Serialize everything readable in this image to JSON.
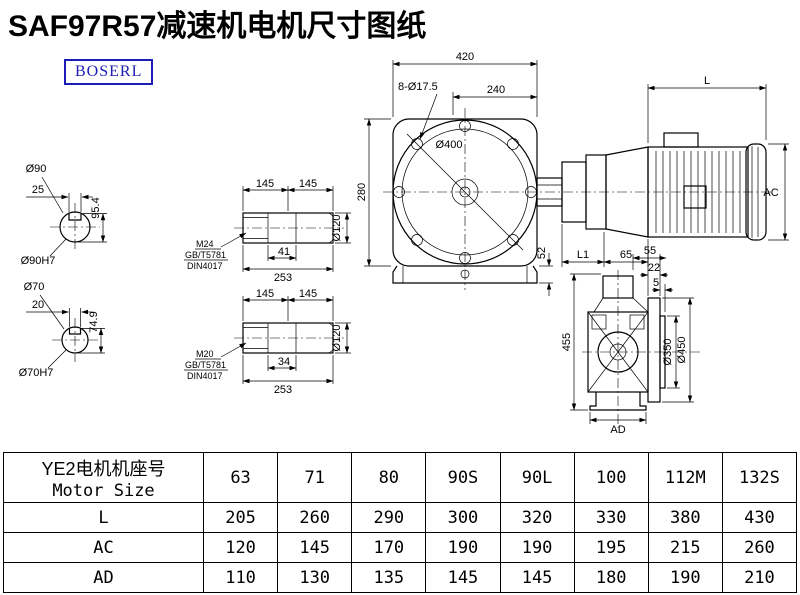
{
  "page": {
    "title": "SAF97R57减速机电机尺寸图纸",
    "logo": "BOSERL"
  },
  "colors": {
    "logo_blue": "#1d1db5",
    "line_black": "#000000"
  },
  "dims": {
    "main": {
      "width_top": "420",
      "bolt_holes": "8-Ø17.5",
      "width_inner": "240",
      "flange_dia": "Ø400",
      "height": "280",
      "foot": "52",
      "motor_length": "L",
      "motor_height": "AC",
      "l1": "L1",
      "d65": "65"
    },
    "side": {
      "d55": "55",
      "d22": "22",
      "d5": "5",
      "height": "455",
      "dia_inner": "Ø350",
      "dia_outer": "Ø450",
      "ad": "AD"
    },
    "shaft90": {
      "dia": "Ø90",
      "key_width": "25",
      "key_height": "95.4",
      "fit": "Ø90H7"
    },
    "shaft70": {
      "dia": "Ø70",
      "key_width": "20",
      "key_height": "74.9",
      "fit": "Ø70H7"
    },
    "shaft_top": {
      "seg1": "145",
      "seg2": "145",
      "dia": "Ø120",
      "thread": "M24",
      "std1": "GB/T5781",
      "std2": "DIN4017",
      "thread_len": "41",
      "total_len": "253"
    },
    "shaft_bottom": {
      "seg1": "145",
      "seg2": "145",
      "dia": "Ø120",
      "thread": "M20",
      "std1": "GB/T5781",
      "std2": "DIN4017",
      "thread_len": "34",
      "total_len": "253"
    }
  },
  "table": {
    "header_cn": "YE2电机机座号",
    "header_en": "Motor Size",
    "sizes": [
      "63",
      "71",
      "80",
      "90S",
      "90L",
      "100",
      "112M",
      "132S"
    ],
    "rows": [
      {
        "label": "L",
        "values": [
          "205",
          "260",
          "290",
          "300",
          "320",
          "330",
          "380",
          "430"
        ]
      },
      {
        "label": "AC",
        "values": [
          "120",
          "145",
          "170",
          "190",
          "190",
          "195",
          "215",
          "260"
        ]
      },
      {
        "label": "AD",
        "values": [
          "110",
          "130",
          "135",
          "145",
          "145",
          "180",
          "190",
          "210"
        ]
      }
    ]
  }
}
